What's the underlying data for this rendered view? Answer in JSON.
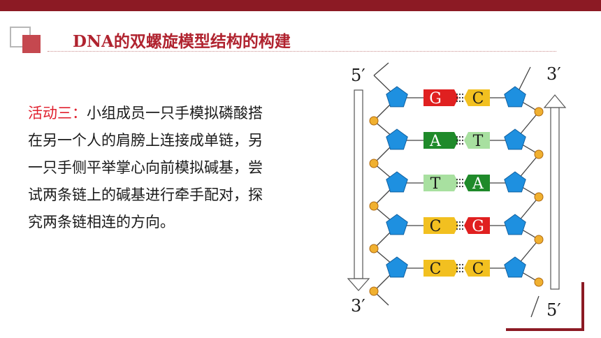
{
  "title": "DNA的双螺旋模型结构的构建",
  "activity": {
    "label": "活动三：",
    "lines": [
      "小组成员一只手模拟磷酸搭",
      "在另一个人的肩膀上连接成单链，另",
      "一只手侧平举掌心向前模拟碱基，尝",
      "试两条链上的碱基进行牵手配对，探",
      "究两条链相连的方向。"
    ]
  },
  "dna": {
    "left_top": "5′",
    "left_bottom": "3′",
    "right_top": "3′",
    "right_bottom": "5′",
    "pairs": [
      {
        "left": "G",
        "right": "C"
      },
      {
        "left": "A",
        "right": "T"
      },
      {
        "left": "T",
        "right": "A"
      },
      {
        "left": "C",
        "right": "G"
      },
      {
        "left": "C",
        "right": "C"
      }
    ],
    "colors": {
      "A": "#1f8a2a",
      "T": "#a8e0a0",
      "G": "#e02020",
      "C": "#f2c020",
      "phosphate": "#f0b030",
      "sugar": "#1e90e0",
      "accent": "#8c1a24"
    }
  }
}
